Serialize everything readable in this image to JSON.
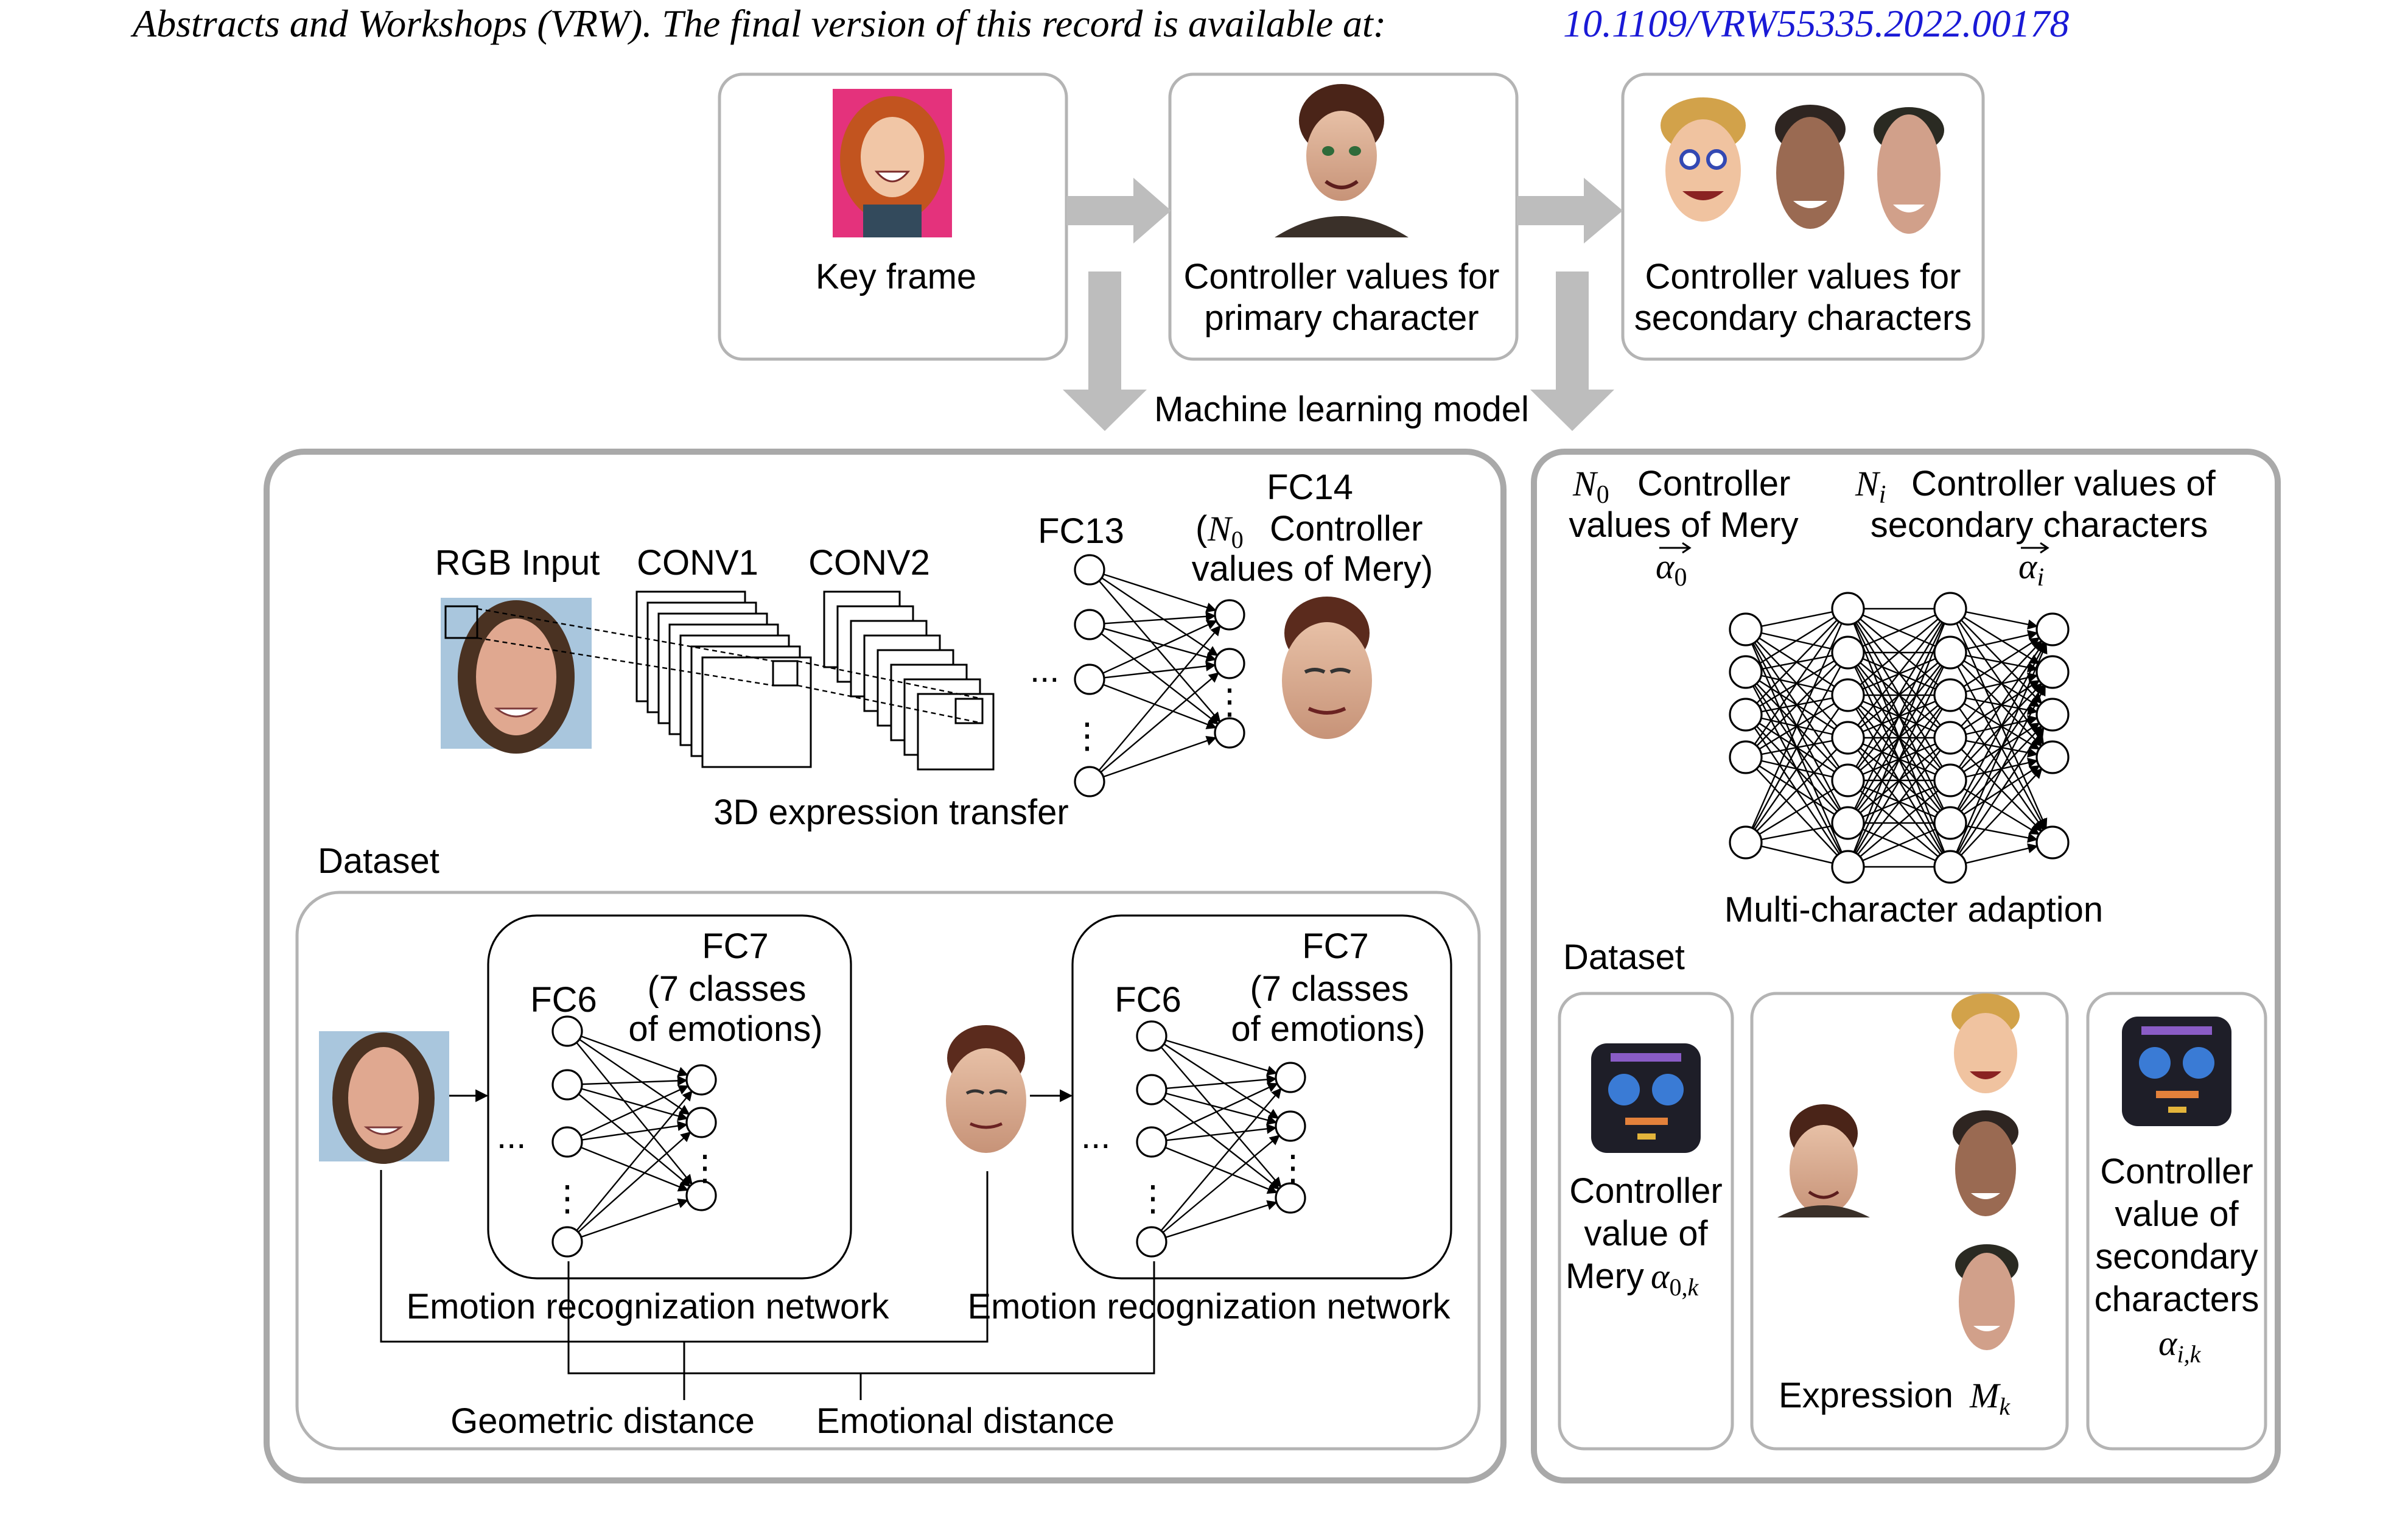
{
  "header": {
    "text": "Abstracts and Workshops (VRW). The final version of this record is available at:",
    "doi": "10.1109/VRW55335.2022.00178"
  },
  "pipeline": {
    "key_frame": "Key frame",
    "primary_line1": "Controller values for",
    "primary_line2": "primary character",
    "secondary_line1": "Controller values for",
    "secondary_line2": "secondary characters",
    "ml_model": "Machine learning model"
  },
  "left_panel": {
    "rgb_input": "RGB Input",
    "conv1": "CONV1",
    "conv2": "CONV2",
    "fc13": "FC13",
    "fc14_line1": "FC14",
    "fc14_line2": "Controller",
    "fc14_line3": "values of Mery)",
    "ellipsis": "...",
    "vdots": "⋮",
    "transfer_label": "3D expression transfer",
    "dataset_label": "Dataset",
    "fc6": "FC6",
    "fc7": "FC7",
    "fc7_line2": "(7 classes",
    "fc7_line3": "of emotions)",
    "emotion_net": "Emotion recognization network",
    "geometric_distance": "Geometric distance",
    "emotional_distance": "Emotional distance"
  },
  "right_panel": {
    "n0_line1": "Controller",
    "n0_line2": "values of Mery",
    "ni_line1": "Controller values of",
    "ni_line2": "secondary characters",
    "adaption_label": "Multi-character adaption",
    "dataset_label": "Dataset",
    "mery_ctrl_line1": "Controller",
    "mery_ctrl_line2": "value of",
    "mery_ctrl_line3": "Mery",
    "expression_label": "Expression",
    "sec_ctrl_line1": "Controller",
    "sec_ctrl_line2": "value of",
    "sec_ctrl_line3": "secondary",
    "sec_ctrl_line4": "characters"
  }
}
